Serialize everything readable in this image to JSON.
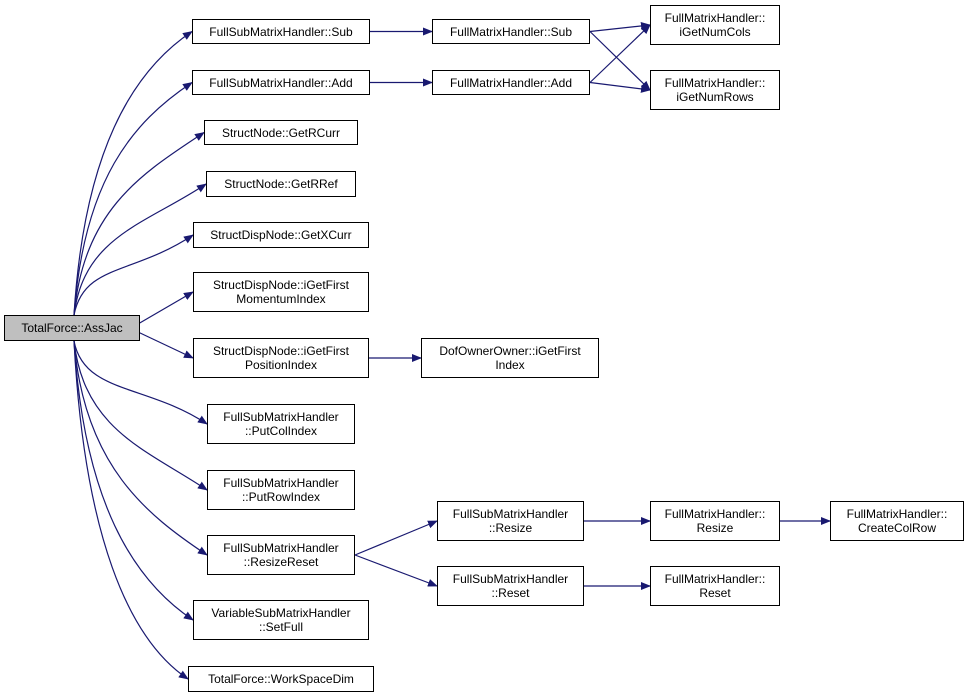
{
  "colors": {
    "edge": "#191970",
    "root_fill": "#bfbfbf",
    "node_fill": "#ffffff",
    "border": "#000000"
  },
  "nodes": {
    "root": {
      "lines": [
        "TotalForce::AssJac"
      ]
    },
    "fsmh_sub": {
      "lines": [
        "FullSubMatrixHandler::Sub"
      ]
    },
    "fsmh_add": {
      "lines": [
        "FullSubMatrixHandler::Add"
      ]
    },
    "sn_getrcurr": {
      "lines": [
        "StructNode::GetRCurr"
      ]
    },
    "sn_getrref": {
      "lines": [
        "StructNode::GetRRef"
      ]
    },
    "sdn_getxcurr": {
      "lines": [
        "StructDispNode::GetXCurr"
      ]
    },
    "sdn_momentum": {
      "lines": [
        "StructDispNode::iGetFirst",
        "MomentumIndex"
      ]
    },
    "sdn_position": {
      "lines": [
        "StructDispNode::iGetFirst",
        "PositionIndex"
      ]
    },
    "fsmh_putcol": {
      "lines": [
        "FullSubMatrixHandler",
        "::PutColIndex"
      ]
    },
    "fsmh_putrow": {
      "lines": [
        "FullSubMatrixHandler",
        "::PutRowIndex"
      ]
    },
    "fsmh_resizereset": {
      "lines": [
        "FullSubMatrixHandler",
        "::ResizeReset"
      ]
    },
    "vsmh_setfull": {
      "lines": [
        "VariableSubMatrixHandler",
        "::SetFull"
      ]
    },
    "tf_workspacedim": {
      "lines": [
        "TotalForce::WorkSpaceDim"
      ]
    },
    "fmh_sub": {
      "lines": [
        "FullMatrixHandler::Sub"
      ]
    },
    "fmh_add": {
      "lines": [
        "FullMatrixHandler::Add"
      ]
    },
    "fmh_getnumcols": {
      "lines": [
        "FullMatrixHandler::",
        "iGetNumCols"
      ]
    },
    "fmh_getnumrows": {
      "lines": [
        "FullMatrixHandler::",
        "iGetNumRows"
      ]
    },
    "doo_getfirst": {
      "lines": [
        "DofOwnerOwner::iGetFirst",
        "Index"
      ]
    },
    "fsmh_resize": {
      "lines": [
        "FullSubMatrixHandler",
        "::Resize"
      ]
    },
    "fsmh_reset": {
      "lines": [
        "FullSubMatrixHandler",
        "::Reset"
      ]
    },
    "fmh_resize": {
      "lines": [
        "FullMatrixHandler::",
        "Resize"
      ]
    },
    "fmh_reset": {
      "lines": [
        "FullMatrixHandler::",
        "Reset"
      ]
    },
    "fmh_createcolrow": {
      "lines": [
        "FullMatrixHandler::",
        "CreateColRow"
      ]
    }
  },
  "edges": [
    [
      "root",
      "fsmh_sub"
    ],
    [
      "root",
      "fsmh_add"
    ],
    [
      "root",
      "sn_getrcurr"
    ],
    [
      "root",
      "sn_getrref"
    ],
    [
      "root",
      "sdn_getxcurr"
    ],
    [
      "root",
      "sdn_momentum"
    ],
    [
      "root",
      "sdn_position"
    ],
    [
      "root",
      "fsmh_putcol"
    ],
    [
      "root",
      "fsmh_putrow"
    ],
    [
      "root",
      "fsmh_resizereset"
    ],
    [
      "root",
      "vsmh_setfull"
    ],
    [
      "root",
      "tf_workspacedim"
    ],
    [
      "fsmh_sub",
      "fmh_sub"
    ],
    [
      "fsmh_add",
      "fmh_add"
    ],
    [
      "fmh_sub",
      "fmh_getnumcols"
    ],
    [
      "fmh_sub",
      "fmh_getnumrows"
    ],
    [
      "fmh_add",
      "fmh_getnumcols"
    ],
    [
      "fmh_add",
      "fmh_getnumrows"
    ],
    [
      "sdn_position",
      "doo_getfirst"
    ],
    [
      "fsmh_resizereset",
      "fsmh_resize"
    ],
    [
      "fsmh_resizereset",
      "fsmh_reset"
    ],
    [
      "fsmh_resize",
      "fmh_resize"
    ],
    [
      "fsmh_reset",
      "fmh_reset"
    ],
    [
      "fmh_resize",
      "fmh_createcolrow"
    ]
  ]
}
